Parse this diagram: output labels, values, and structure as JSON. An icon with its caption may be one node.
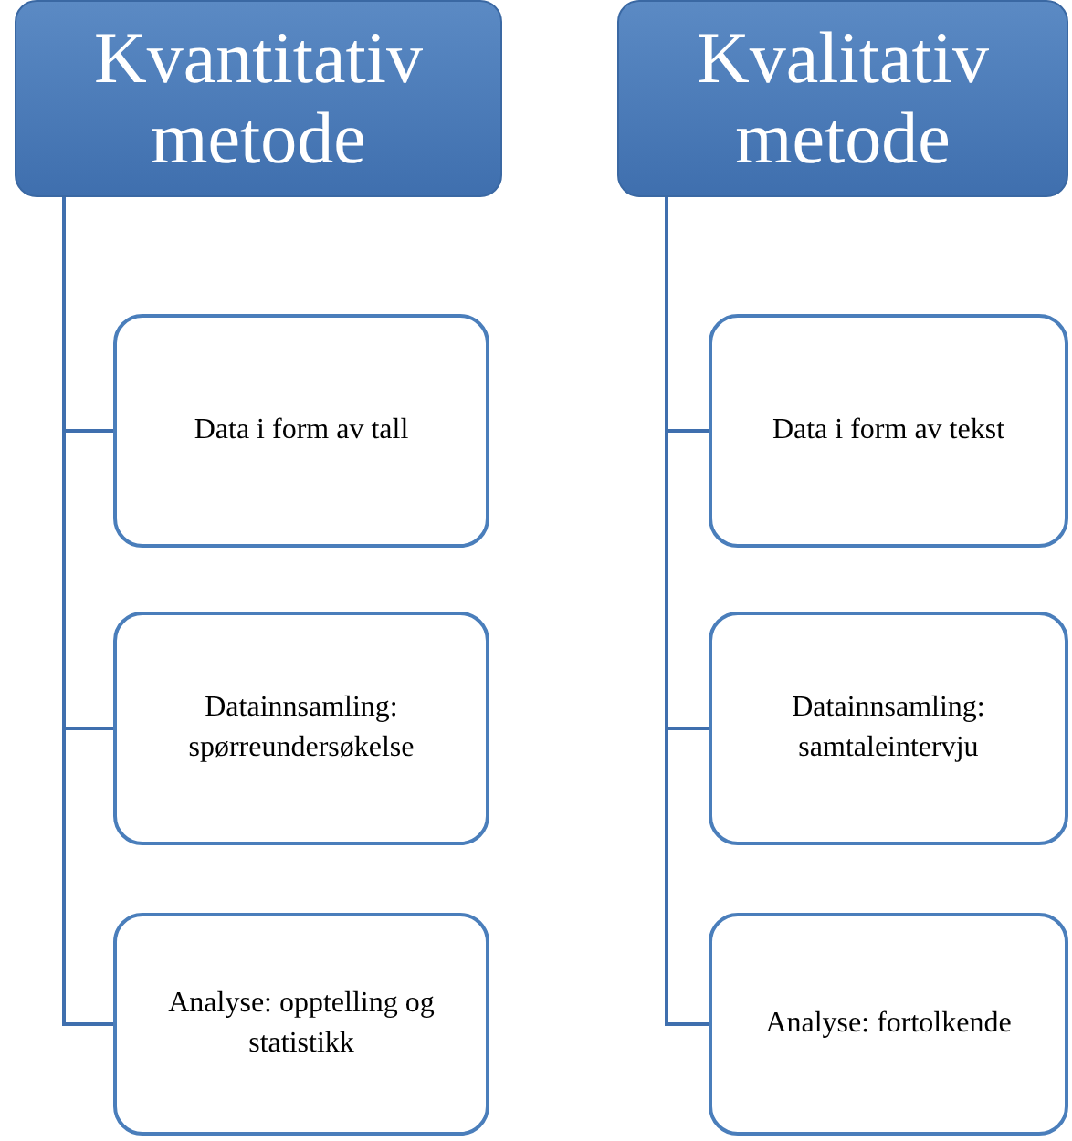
{
  "diagram": {
    "nodes": [
      {
        "text": [
          "Kvantitativ metode"
        ]
      },
      {
        "text": [
          "Data i form av tall"
        ]
      },
      {
        "text": [
          "Datainnsamling: spørreundersøkelse"
        ]
      },
      {
        "text": [
          "Analyse: opptelling og statistikk"
        ]
      },
      {
        "text": [
          "Kvalitativ metode"
        ]
      },
      {
        "text": [
          "Data i form av tekst"
        ]
      },
      {
        "text": [
          "Datainnsamling: samtaleintervju"
        ]
      },
      {
        "text": [
          "Analyse: fortolkende"
        ]
      }
    ],
    "edges": [
      {
        "from": 0,
        "to": 1,
        "arrow": "none"
      },
      {
        "from": 0,
        "to": 2,
        "arrow": "none"
      },
      {
        "from": 0,
        "to": 3,
        "arrow": "none"
      },
      {
        "from": 4,
        "to": 5,
        "arrow": "none"
      },
      {
        "from": 4,
        "to": 6,
        "arrow": "none"
      },
      {
        "from": 4,
        "to": 7,
        "arrow": "none"
      }
    ]
  }
}
